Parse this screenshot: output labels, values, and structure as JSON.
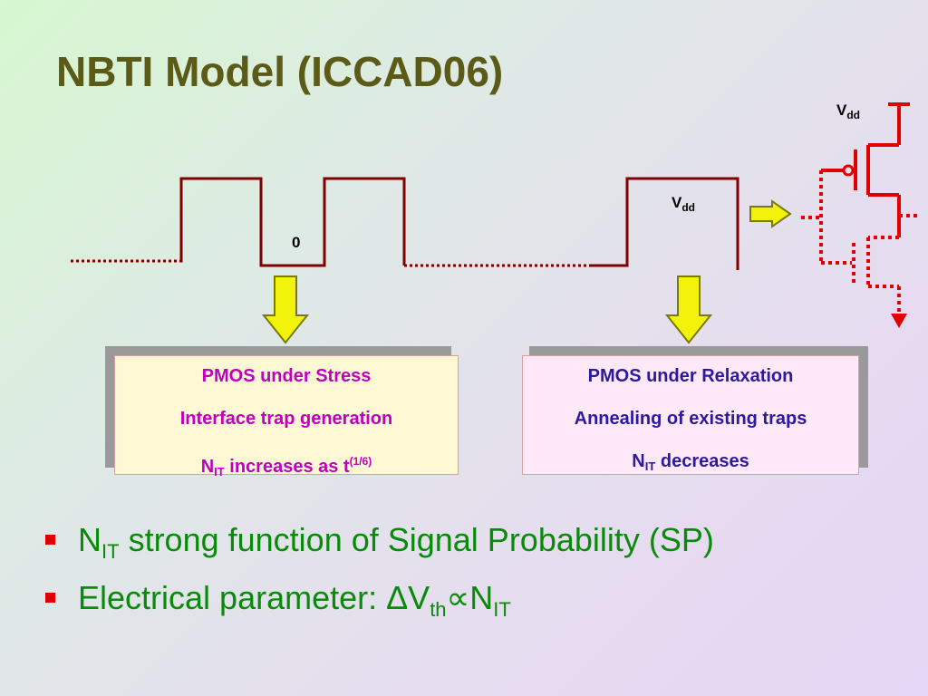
{
  "slide": {
    "title": "NBTI Model (ICCAD06)"
  },
  "waveform": {
    "low_label": "0",
    "high_label_main": "V",
    "high_label_sub": "dd"
  },
  "circuit": {
    "vdd_main": "V",
    "vdd_sub": "dd"
  },
  "boxes": {
    "stress": {
      "line1": "PMOS under Stress",
      "line2": "Interface trap generation",
      "line3_main": "N",
      "line3_sub": "IT",
      "line3_rest": " increases as t",
      "line3_sup": "(1/6)"
    },
    "relax": {
      "line1": "PMOS under Relaxation",
      "line2": "Annealing of existing traps",
      "line3_main": "N",
      "line3_sub": "IT",
      "line3_rest": " decreases"
    }
  },
  "bullets": [
    {
      "main": "N",
      "sub": "IT",
      "rest": " strong function of Signal Probability (SP)"
    },
    {
      "prefix": "Electrical parameter: ΔV",
      "sub": "th",
      "symbol": "∝",
      "main2": "N",
      "sub2": "IT"
    }
  ],
  "colors": {
    "title": "#5b5a16",
    "waveform": "#800000",
    "circuit": "#e00000",
    "arrow_fill": "#f2f20a",
    "arrow_stroke": "#7a7a00",
    "bullet_text": "#0a8a0a",
    "bullet_mark": "#e00000"
  }
}
